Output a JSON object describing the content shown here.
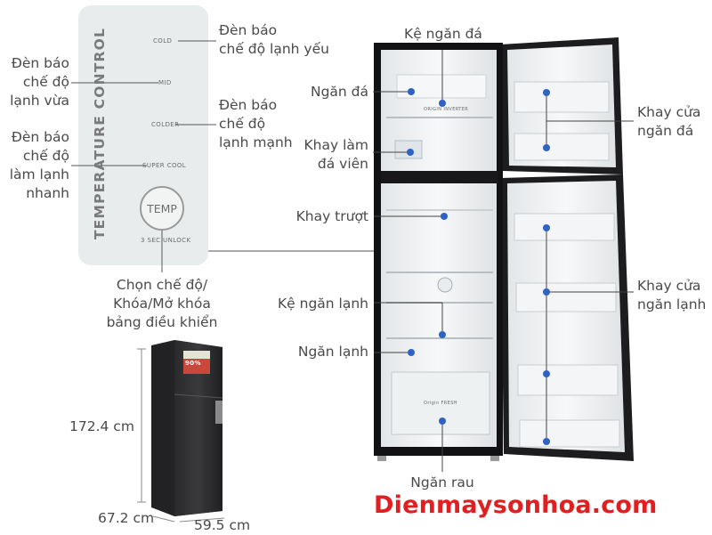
{
  "panel": {
    "heading": "TEMPERATURE CONTROL",
    "modes": {
      "cold": "COLD",
      "mid": "MID",
      "colder": "COLDER",
      "super_cool": "SUPER COOL"
    },
    "button": "TEMP",
    "unlock_hint": "3 SEC UNLOCK"
  },
  "labels": {
    "cold_line1": "Đèn báo",
    "cold_line2": "chế độ lạnh yếu",
    "mid_line1": "Đèn báo",
    "mid_line2": "chế độ",
    "mid_line3": "lạnh vừa",
    "colder_line1": "Đèn báo",
    "colder_line2": "chế độ",
    "colder_line3": "lạnh mạnh",
    "super_line1": "Đèn báo",
    "super_line2": "chế độ",
    "super_line3": "làm lạnh",
    "super_line4": "nhanh",
    "temp_line1": "Chọn chế độ/",
    "temp_line2": "Khóa/Mở khóa",
    "temp_line3": "bảng điều khiển",
    "ice_shelf": "Kệ ngăn đá",
    "freezer": "Ngăn đá",
    "ice_maker_line1": "Khay làm",
    "ice_maker_line2": "đá viên",
    "slide_tray": "Khay trượt",
    "fridge_shelf": "Kệ ngăn lạnh",
    "fridge": "Ngăn lạnh",
    "crisper": "Ngăn rau",
    "freezer_door_line1": "Khay cửa",
    "freezer_door_line2": "ngăn đá",
    "fridge_door_line1": "Khay cửa",
    "fridge_door_line2": "ngăn lạnh"
  },
  "fridge_marks": {
    "freezer_inverter": "ORIGIN INVERTER",
    "crisper_text": "Origin FRESH",
    "badge": "90%"
  },
  "dimensions": {
    "height": "172.4 cm",
    "depth": "67.2 cm",
    "width": "59.5 cm"
  },
  "brand": "Dienmaysonhoa.com",
  "colors": {
    "brand_red": "#e02020",
    "leader_blue": "#2e62c4",
    "fridge_black": "#1d1d1f",
    "panel_bg": "#e9eced"
  }
}
